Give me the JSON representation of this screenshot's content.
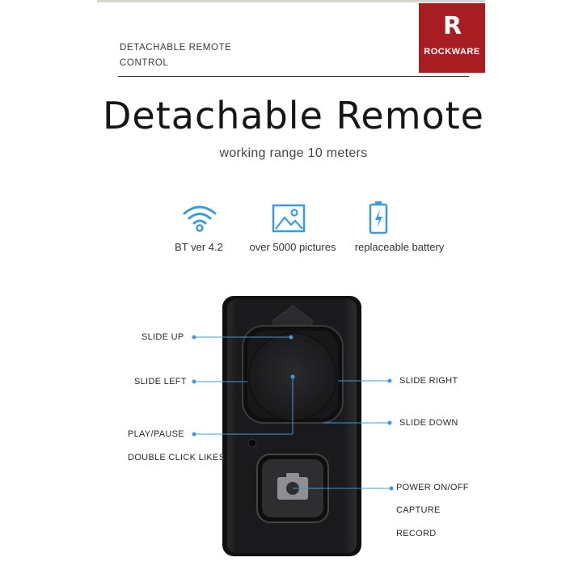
{
  "header": {
    "label_line1": "DETACHABLE REMOTE",
    "label_line2": "CONTROL"
  },
  "logo": {
    "letter": "R",
    "brand": "ROCKWARE",
    "color": "#a81d22"
  },
  "title": "Detachable Remote",
  "subtitle": "working range 10 meters",
  "features": [
    {
      "icon": "wifi-icon",
      "label": "BT ver 4.2"
    },
    {
      "icon": "picture-icon",
      "label": "over 5000 pictures"
    },
    {
      "icon": "battery-icon",
      "label": "replaceable battery"
    }
  ],
  "callouts": {
    "slide_up": "SLIDE UP",
    "slide_left": "SLIDE LEFT",
    "slide_right": "SLIDE RIGHT",
    "slide_down": "SLIDE DOWN",
    "play_pause": "PLAY/PAUSE",
    "double_click": "DOUBLE CLICK LIKES",
    "power": "POWER ON/OFF",
    "capture": "CAPTURE",
    "record": "RECORD"
  },
  "colors": {
    "accent_blue": "#3a9be0",
    "device_body": "#1c1c1e"
  }
}
